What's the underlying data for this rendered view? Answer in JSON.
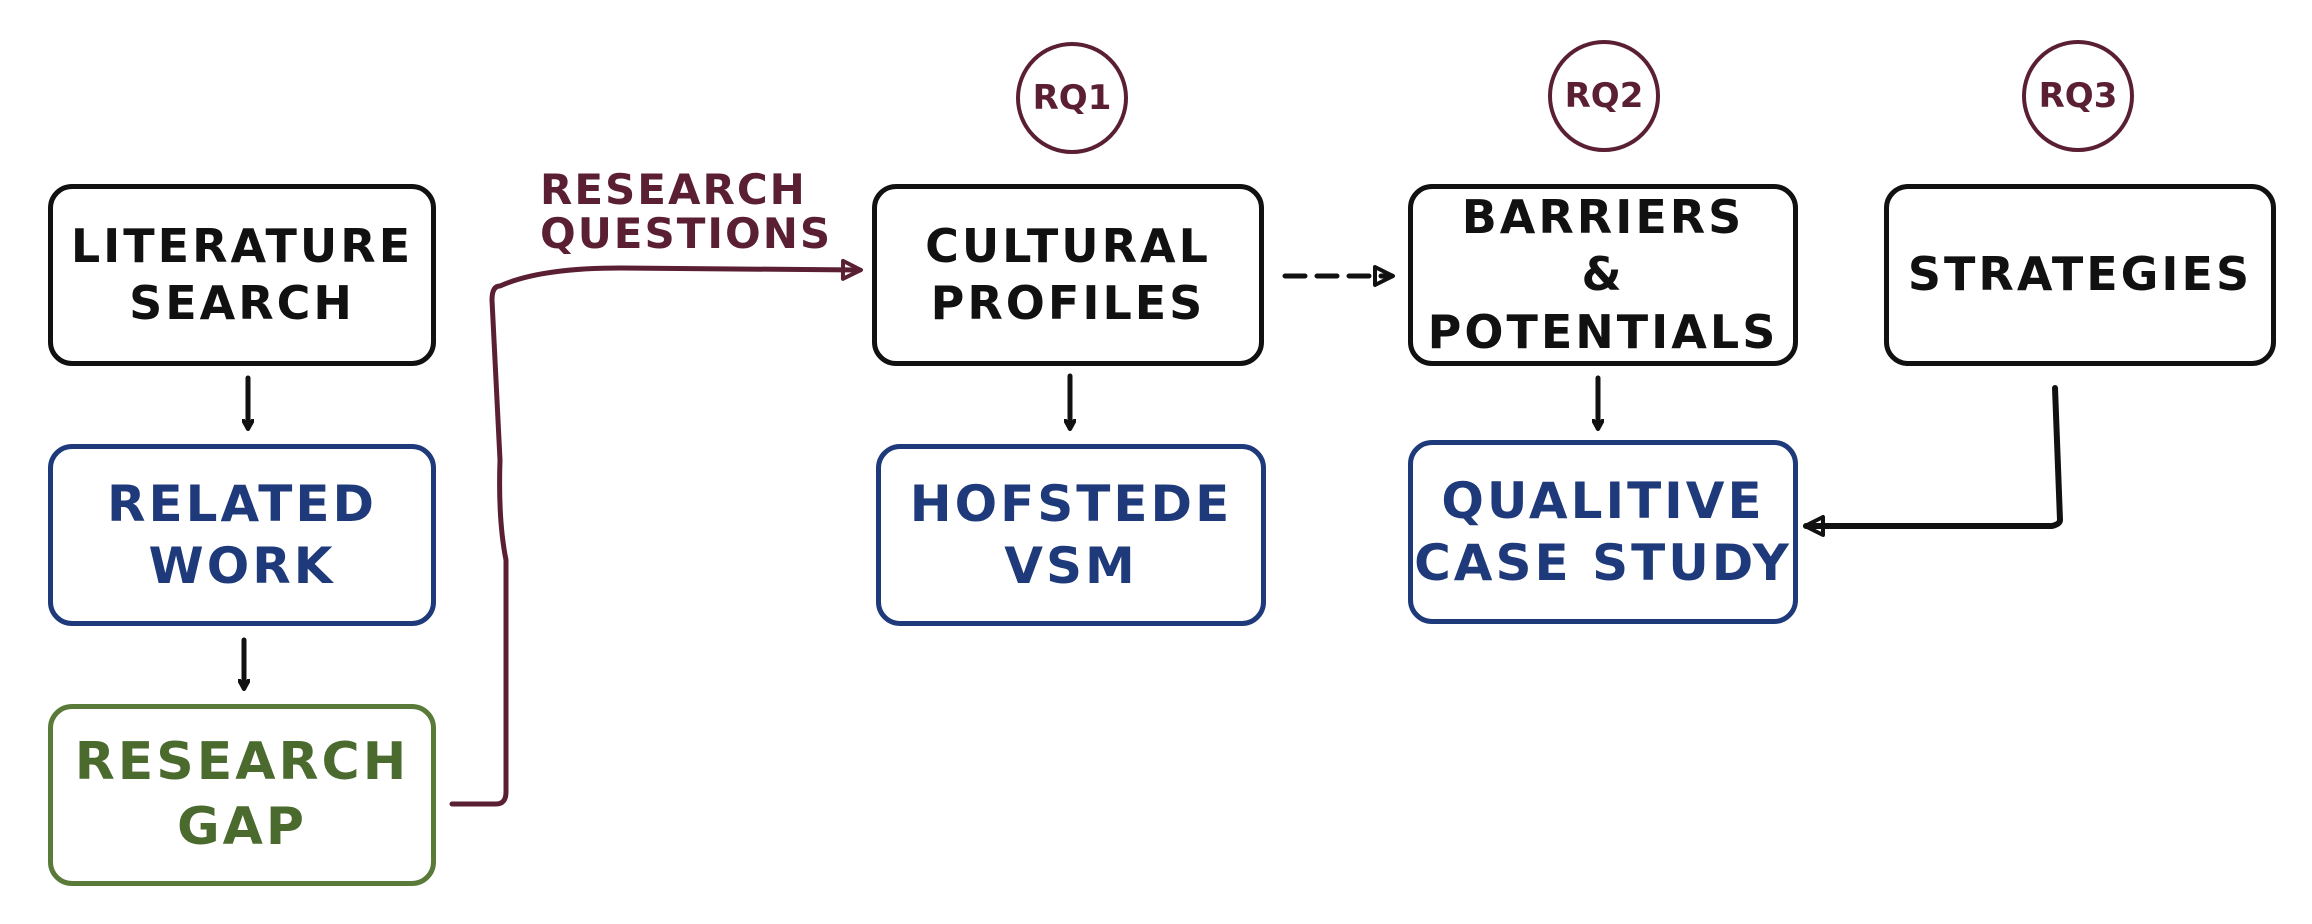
{
  "colors": {
    "black": "#111111",
    "blue": "#1f3a7a",
    "green": "#5a7a3a",
    "maroon": "#5a1f33"
  },
  "rq_labels": {
    "rq1": "RQ1",
    "rq2": "RQ2",
    "rq3": "RQ3"
  },
  "nodes": {
    "literature_search": {
      "line1": "LITERATURE",
      "line2": "SEARCH"
    },
    "related_work": {
      "line1": "RELATED",
      "line2": "WORK"
    },
    "research_gap": {
      "line1": "RESEARCH",
      "line2": "GAP"
    },
    "cultural_profiles": {
      "line1": "CULTURAL",
      "line2": "PROFILES"
    },
    "hofstede_vsm": {
      "line1": "HOFSTEDE",
      "line2": "VSM"
    },
    "barriers_potentials": {
      "line1": "BARRIERS",
      "line2": "& POTENTIALS"
    },
    "qualitive_case_study": {
      "line1": "QUALITIVE",
      "line2": "CASE STUDY"
    },
    "strategies": {
      "line1": "STRATEGIES"
    }
  },
  "edge_labels": {
    "research_questions": {
      "line1": "RESEARCH",
      "line2": "QUESTIONS"
    }
  }
}
